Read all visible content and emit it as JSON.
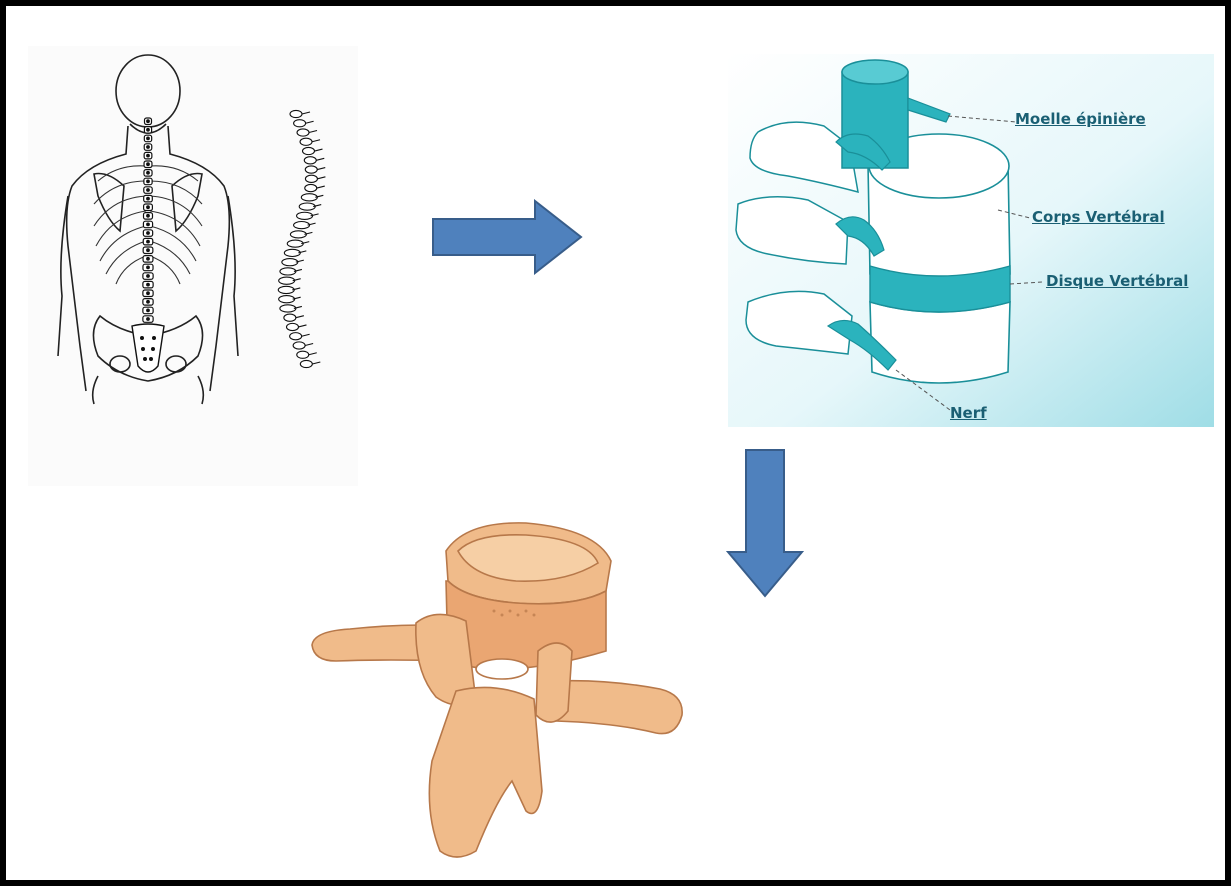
{
  "colors": {
    "arrow_fill": "#4f81bd",
    "arrow_stroke": "#385d8a",
    "diagram_teal": "#2bb3bd",
    "diagram_bg": "#c9eef3",
    "bone": "#f0bb8a",
    "label": "#1a5f73"
  },
  "icons": {
    "arrow_right": "arrow-right-icon",
    "arrow_down": "arrow-down-icon"
  },
  "spine_diagram": {
    "labels": {
      "spinal_cord": "Moelle épinière",
      "vertebral_body": "Corps Vertébral",
      "vertebral_disc": "Disque Vertébral",
      "nerve": "Nerf"
    }
  }
}
